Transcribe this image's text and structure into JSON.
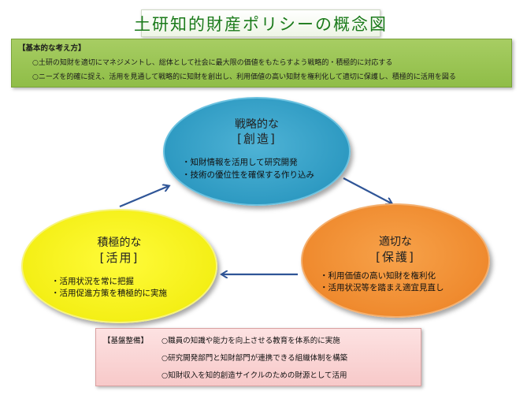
{
  "title": "土研知的財産ポリシーの概念図",
  "basic_policy": {
    "heading": "【基本的な考え方】",
    "lines": [
      "○土研の知財を適切にマネジメントし、総体として社会に最大限の価値をもたらすよう戦略的・積極的に対応する",
      "○ニーズを的確に捉え、活用を見通して戦略的に知財を創出し、利用価値の高い知財を権利化して適切に保護し、積極的に活用を図る"
    ]
  },
  "cycle": {
    "create": {
      "title_line1": "戦略的な",
      "title_line2": "[創造]",
      "items": [
        "・知財情報を活用して研究開発",
        "・技術の優位性を確保する作り込み"
      ]
    },
    "protect": {
      "title_line1": "適切な",
      "title_line2": "[保護]",
      "items": [
        "・利用価値の高い知財を権利化",
        "・活用状況等を踏まえ適宜見直し"
      ]
    },
    "use": {
      "title_line1": "積極的な",
      "title_line2": "[活用]",
      "items": [
        "・活用状況を常に把握",
        "・活用促進方策を積極的に実施"
      ]
    }
  },
  "foundation": {
    "heading": "【基盤整備】",
    "lines": [
      "○職員の知識や能力を向上させる教育を体系的に実施",
      "○研究開発部門と知財部門が連携できる組織体制を構築",
      "○知財収入を知的創造サイクルのための財源として活用"
    ]
  },
  "colors": {
    "create": "#2e9ac2",
    "protect": "#ef8a2e",
    "use": "#f4ef16",
    "basic_box": "#9bc553",
    "foundation_box": "#f9d2d2",
    "arrow": "#2f5597",
    "title_text": "#1a7a1a"
  }
}
